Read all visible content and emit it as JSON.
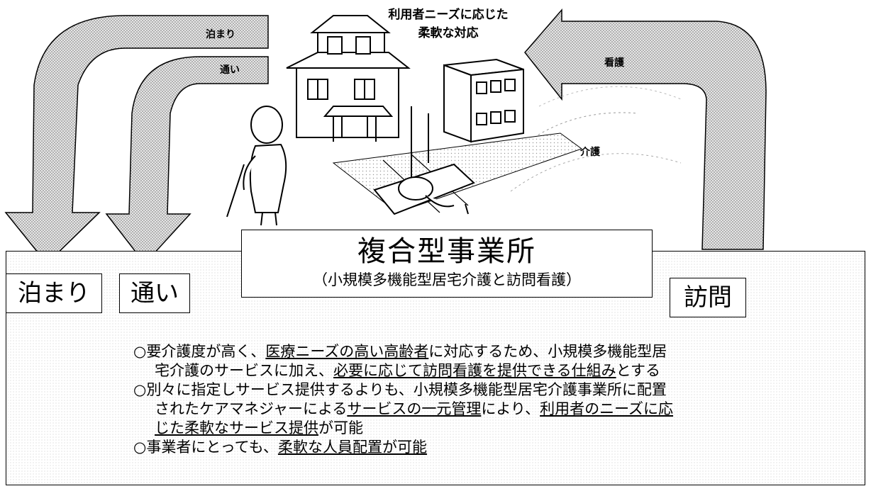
{
  "top_caption": {
    "line1": "利用者ニーズに応じた",
    "line2": "柔軟な対応"
  },
  "arrows": {
    "overnight_small": "泊まり",
    "daycare_small": "通い",
    "nursing_small": "看護",
    "care_small": "介護"
  },
  "center": {
    "title": "複合型事業所",
    "subtitle": "（小規模多機能型居宅介護と訪問看護）"
  },
  "labels": {
    "overnight": "泊まり",
    "daycare": "通い",
    "visit": "訪問"
  },
  "bullets": {
    "b1_a": "○要介護度が高く、",
    "b1_u1": "医療ニーズの高い高齢者",
    "b1_b": "に対応するため、小規模多機能型居",
    "b1_c": "宅介護のサービスに加え、",
    "b1_u2": "必要に応じて訪問看護を提供できる仕組み",
    "b1_d": "とする",
    "b2_a": "○別々に指定しサービス提供するよりも、小規模多機能型居宅介護事業所に配置",
    "b2_b": "されたケアマネジャーによる",
    "b2_u1": "サービスの一元管理",
    "b2_c": "により、",
    "b2_u2": "利用者のニーズに応",
    "b2_u3": "じた柔軟なサービス提供",
    "b2_d": "が可能",
    "b3_a": "○事業者にとっても、",
    "b3_u1": "柔軟な人員配置が可能"
  }
}
